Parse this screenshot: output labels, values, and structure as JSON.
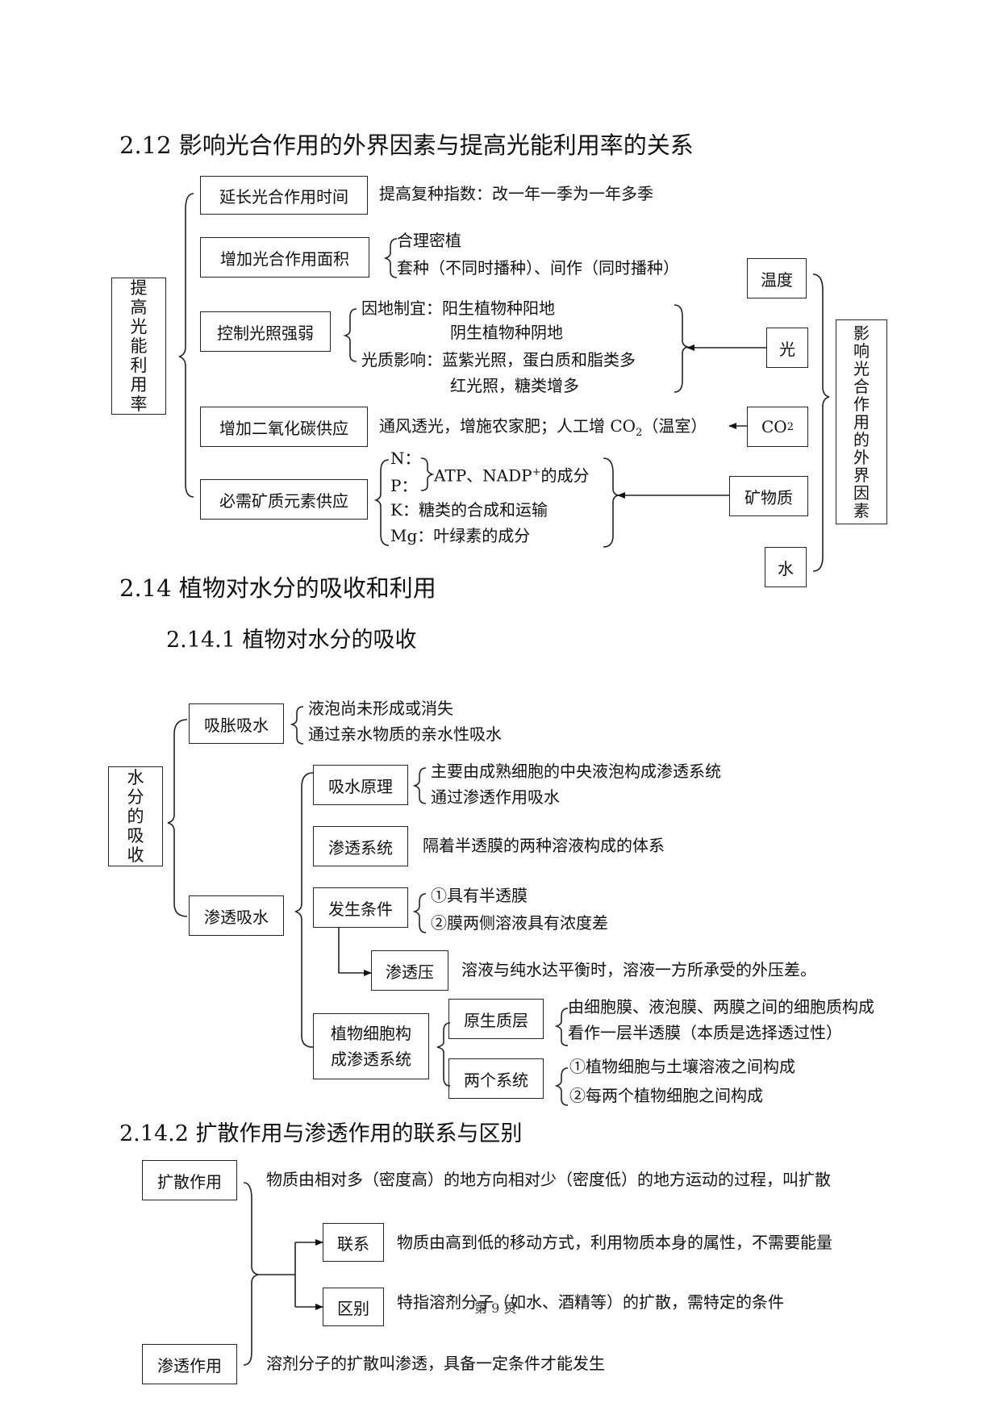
{
  "s212": {
    "title": "2.12 影响光合作用的外界因素与提高光能利用率的关系",
    "left_box": "提\n高\n光\n能\n利\n用\n率",
    "right_box": "影\n响\n光\n合\n作\n用\n的\n外\n界\n因\n素",
    "boxes": {
      "b1": "延长光合作用时间",
      "b2": "增加光合作用面积",
      "b3": "控制光照强弱",
      "b4": "增加二氧化碳供应",
      "b5": "必需矿质元素供应"
    },
    "factors": {
      "f1": "温度",
      "f2": "光",
      "f3_main": "CO",
      "f3_sub": "2",
      "f4": "矿物质",
      "f5": "水"
    },
    "texts": {
      "t1": "提高复种指数：改一年一季为一年多季",
      "t2a": "合理密植",
      "t2b": "套种（不同时播种）、间作（同时播种）",
      "t3a": "因地制宜：阳生植物种阳地",
      "t3b": "阴生植物种阴地",
      "t3c": "光质影响：蓝紫光照，蛋白质和脂类多",
      "t3d": "红光照，糖类增多",
      "t4_pre": "通风透光，增施农家肥；人工增 CO",
      "t4_sub": "2",
      "t4_post": "（温室）",
      "t5n": "N：",
      "t5p": "P：",
      "t5np_pre": "ATP、NADP",
      "t5np_sup": "+",
      "t5np_post": "的成分",
      "t5k": "K：糖类的合成和运输",
      "t5mg": "Mg：叶绿素的成分"
    }
  },
  "s214": {
    "title": "2.14 植物对水分的吸收和利用",
    "sub1": "2.14.1 植物对水分的吸收",
    "root": "水\n分\n的\n吸\n收",
    "b_xz": "吸胀吸水",
    "xz1": "液泡尚未形成或消失",
    "xz2": "通过亲水物质的亲水性吸水",
    "b_st": "渗透吸水",
    "b_yl": "吸水原理",
    "yl1": "主要由成熟细胞的中央液泡构成渗透系统",
    "yl2": "通过渗透作用吸水",
    "b_xt": "渗透系统",
    "xt1": "隔着半透膜的两种溶液构成的体系",
    "b_tj": "发生条件",
    "tj1": "①具有半透膜",
    "tj2": "②膜两侧溶液具有浓度差",
    "b_sty": "渗透压",
    "sty1": "溶液与纯水达平衡时，溶液一方所承受的外压差。",
    "b_zw": "植物细胞构\n成渗透系统",
    "b_yszc": "原生质层",
    "yszc1": "由细胞膜、液泡膜、两膜之间的细胞质构成",
    "yszc2": "看作一层半透膜（本质是选择透过性）",
    "b_lg": "两个系统",
    "lg1": "①植物细胞与土壤溶液之间构成",
    "lg2": "②每两个植物细胞之间构成",
    "sub2": "2.14.2 扩散作用与渗透作用的联系与区别",
    "b_ks": "扩散作用",
    "ks1": "物质由相对多（密度高）的地方向相对少（密度低）的地方运动的过程，叫扩散",
    "b_lx": "联系",
    "lx1": "物质由高到低的移动方式，利用物质本身的属性，不需要能量",
    "b_qb": "区别",
    "qb1": "特指溶剂分子（如水、酒精等）的扩散，需特定的条件",
    "b_stzy": "渗透作用",
    "stzy1": "溶剂分子的扩散叫渗透，具备一定条件才能发生"
  },
  "footer": {
    "page": "第 9 页"
  }
}
